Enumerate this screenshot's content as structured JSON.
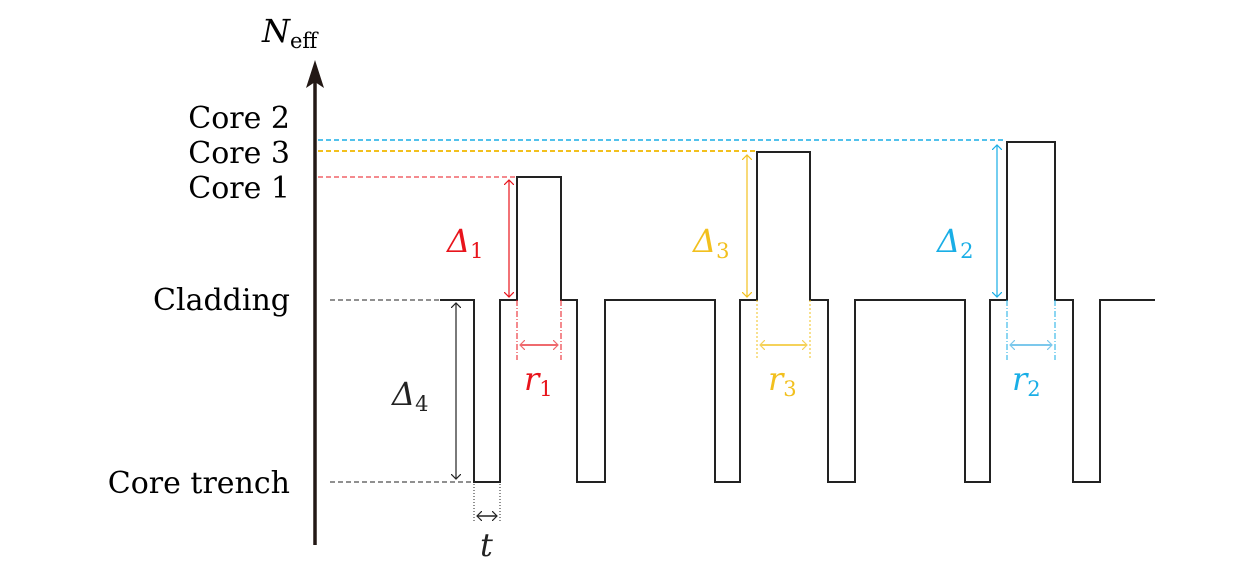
{
  "axis": {
    "label_main": "N",
    "label_sub": "eff"
  },
  "levels": {
    "core2": "Core 2",
    "core3": "Core 3",
    "core1": "Core 1",
    "cladding": "Cladding",
    "core_trench": "Core trench"
  },
  "annotations": {
    "delta1": {
      "main": "Δ",
      "sub": "1"
    },
    "delta2": {
      "main": "Δ",
      "sub": "2"
    },
    "delta3": {
      "main": "Δ",
      "sub": "3"
    },
    "delta4": {
      "main": "Δ",
      "sub": "4"
    },
    "r1": {
      "main": "r",
      "sub": "1"
    },
    "r2": {
      "main": "r",
      "sub": "2"
    },
    "r3": {
      "main": "r",
      "sub": "3"
    },
    "t": "t"
  },
  "colors": {
    "core1": "#e8141c",
    "core3": "#f2c01e",
    "core2": "#19aee6",
    "profile": "#222222"
  }
}
